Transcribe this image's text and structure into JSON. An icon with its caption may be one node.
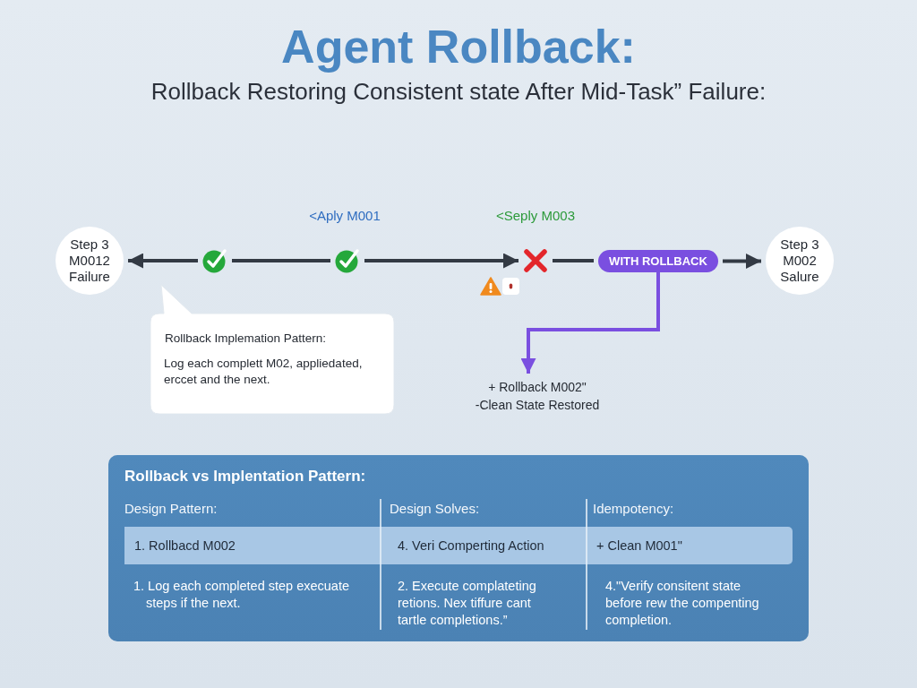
{
  "diagram": {
    "title": "Agent Rollback:",
    "nodes": [
      {
        "text": [
          "Step 3 M0012 Failure"
        ]
      },
      {
        "text": [],
        "shape": "check"
      },
      {
        "text": [],
        "shape": "check"
      },
      {
        "text": [],
        "shape": "cross"
      },
      {
        "text": [
          "WITH ROLLBACK"
        ]
      },
      {
        "text": [
          "Step 3 M002 Salure"
        ]
      },
      {
        "text": [
          "Rollback Implemation Pattern:",
          "Log each complett M02, appliedated, erccet and the next."
        ]
      },
      {
        "text": [
          "+ Rollback M002\"",
          "-Clean State Restored"
        ]
      },
      {
        "text": [
          "Rollback vs Implentation Pattern:",
          "Design Pattern:",
          "Design Solves:",
          "Idempotency:",
          "1. Log each completed step execuate steps if the next.",
          "2. Execute complateting retions. Nex tiffure cant tartle completions.”",
          "4.\"Verify consitent state before rew the compenting completion."
        ]
      },
      {
        "text": [
          "1. Rollbacd M002",
          "4. Veri Comperting Action",
          "+ Clean M001\""
        ],
        "in": 8
      }
    ],
    "edges": [
      {
        "from": 1,
        "to": 0,
        "arrow": "to"
      },
      {
        "from": 1,
        "to": 2,
        "arrow": "none"
      },
      {
        "from": 2,
        "to": 3,
        "arrow": "to"
      },
      {
        "from": 3,
        "to": 4,
        "arrow": "none"
      },
      {
        "from": 4,
        "to": 5,
        "arrow": "to"
      },
      {
        "from": 4,
        "to": 7,
        "arrow": "to",
        "color": "#7a4fe0"
      }
    ],
    "labels": [
      "Rollback Restoring Consistent state After Mid-Task” Failure:",
      "<Aply M001",
      "<Seply M003"
    ]
  }
}
